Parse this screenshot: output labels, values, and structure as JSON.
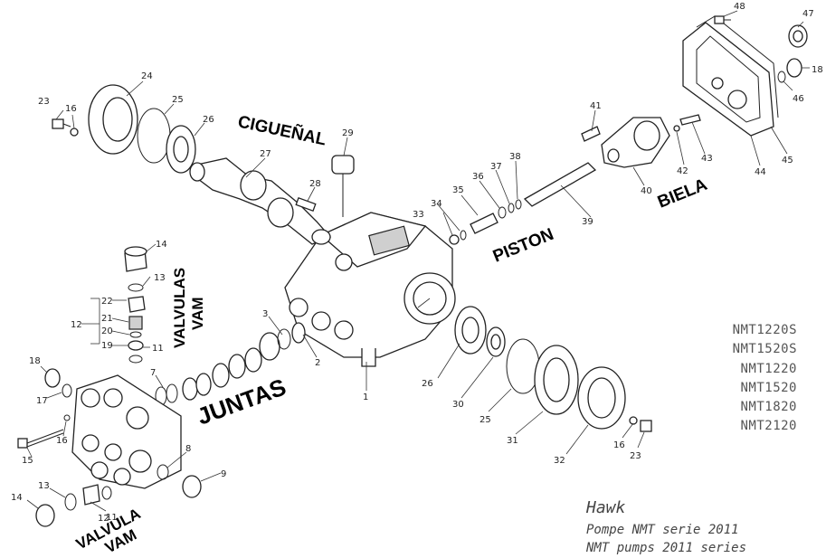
{
  "labels": {
    "ciguenal": "CIGUEÑAL",
    "biela": "BIELA",
    "piston": "PISTON",
    "valvulas": "VALVULAS",
    "vam_top": "VAM",
    "juntas": "JUNTAS",
    "valvula": "VALVULA",
    "vam_bottom": "VAM"
  },
  "part_numbers": [
    "1",
    "2",
    "3",
    "7",
    "8",
    "9",
    "11",
    "12",
    "13",
    "14",
    "15",
    "16",
    "17",
    "18",
    "19",
    "20",
    "21",
    "22",
    "23",
    "24",
    "25",
    "26",
    "27",
    "28",
    "29",
    "30",
    "31",
    "32",
    "33",
    "34",
    "35",
    "36",
    "37",
    "38",
    "39",
    "40",
    "41",
    "42",
    "43",
    "44",
    "45",
    "46",
    "47",
    "48"
  ],
  "models": [
    "NMT1220S",
    "NMT1520S",
    "NMT1220",
    "NMT1520",
    "NMT1820",
    "NMT2120"
  ],
  "caption": {
    "brand": "Hawk",
    "line_fr": "Pompe NMT serie 2011",
    "line_en": "NMT pumps 2011 series"
  }
}
